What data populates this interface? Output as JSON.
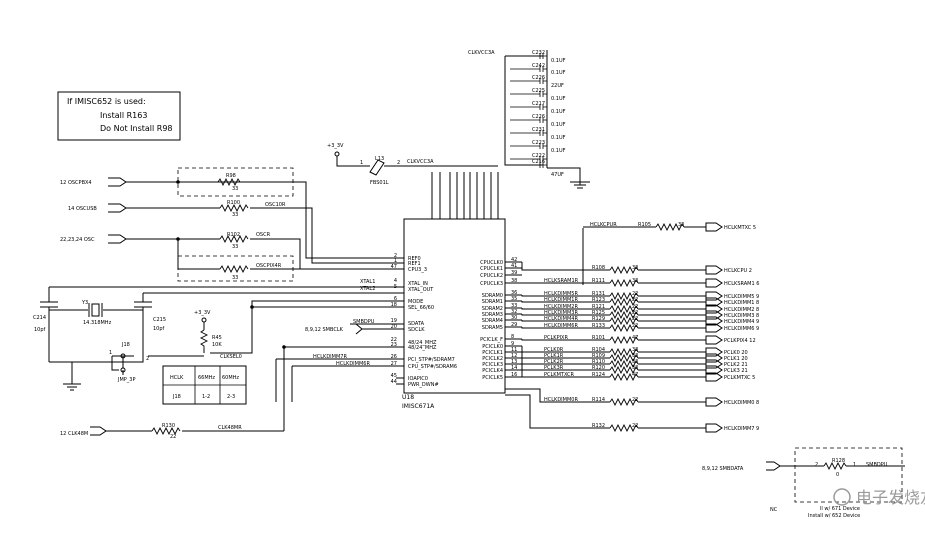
{
  "note": {
    "line1": "If IMISC652 is used:",
    "line2": "Install R163",
    "line3": "Do Not Install R98"
  },
  "chip": {
    "ref": "U18",
    "part": "IMISC671A",
    "left_pins": [
      {
        "num": "2",
        "name": "REF0"
      },
      {
        "num": "1",
        "name": "REF1"
      },
      {
        "num": "47",
        "name": "CPU3_3"
      },
      {
        "num": "4",
        "name": "XTAL_IN"
      },
      {
        "num": "5",
        "name": "XTAL_OUT"
      },
      {
        "num": "6",
        "name": "MODE"
      },
      {
        "num": "18",
        "name": "SEL_66/60"
      },
      {
        "num": "19",
        "name": "SDATA"
      },
      {
        "num": "20",
        "name": "SDCLK"
      },
      {
        "num": "22",
        "name": "48/24_MHZ"
      },
      {
        "num": "23",
        "name": "48/24_MHZ"
      },
      {
        "num": "26",
        "name": "PCI_STP#/SDRAM7"
      },
      {
        "num": "27",
        "name": "CPU_STP#/SDRAM6"
      },
      {
        "num": "45",
        "name": "IOAPIC0"
      },
      {
        "num": "44",
        "name": "PWR_DWN#"
      }
    ],
    "right_pins": [
      {
        "num": "42",
        "name": "CPUCLK0"
      },
      {
        "num": "41",
        "name": "CPUCLK1"
      },
      {
        "num": "39",
        "name": "CPUCLK2"
      },
      {
        "num": "38",
        "name": "CPUCLK3"
      },
      {
        "num": "36",
        "name": "SDRAM0"
      },
      {
        "num": "35",
        "name": "SDRAM1"
      },
      {
        "num": "33",
        "name": "SDRAM2"
      },
      {
        "num": "32",
        "name": "SDRAM3"
      },
      {
        "num": "30",
        "name": "SDRAM4"
      },
      {
        "num": "29",
        "name": "SDRAM5"
      },
      {
        "num": "8",
        "name": "PCICLK_F"
      },
      {
        "num": "9",
        "name": "PCICLK0"
      },
      {
        "num": "11",
        "name": "PCICLK1"
      },
      {
        "num": "12",
        "name": "PCICLK2"
      },
      {
        "num": "13",
        "name": "PCICLK3"
      },
      {
        "num": "14",
        "name": "PCICLK4"
      },
      {
        "num": "16",
        "name": "PCICLK5"
      }
    ]
  },
  "left_ports": {
    "p1": "12 OSCPBX4",
    "p2": "14 OSCUSB",
    "p3": "22,23,24 OSC",
    "p4": "12 CLK48M",
    "smb": "8,9,12 SMBCLK"
  },
  "left_parts": {
    "r98": "R98",
    "r98v": "33",
    "r100": "R100",
    "r100v": "33",
    "osc10r": "OSC10R",
    "r102": "R102",
    "r102v": "33",
    "oscr": "OSCR",
    "r163v": "33",
    "oscpix4r": "OSCPIX4R",
    "xtal1": "XTAL1",
    "xtal2": "XTAL2",
    "y3": "Y3",
    "y3v": "14.318MHz",
    "c214": "C214",
    "c214v": "10pf",
    "c215": "C215",
    "c215v": "10pf",
    "v33": "+3_3V",
    "v33b": "+3_3V",
    "r45": "R45",
    "r45v": "10K",
    "clksel": "CLKSEL0",
    "j18": "J18",
    "jmp": "JMP_3P",
    "smbdpu": "SMBDPU",
    "hclkdimm7r": "HCLKDIMM7R",
    "hclkdimm6r": "HCLKDIMM6R",
    "r130": "R130",
    "r130v": "22",
    "clk48mr": "CLK48MR",
    "l13": "L13",
    "fbs": "FBS01L",
    "clkvcc": "CLKVCC3A",
    "pin1": "1",
    "pin2": "2"
  },
  "table": {
    "headers": [
      "HCLK",
      "66MHz",
      "60MHz"
    ],
    "row": [
      "J18",
      "1-2",
      "2-3"
    ]
  },
  "caps": {
    "net": "CLKVCC3A",
    "refs": [
      "C232",
      "C242",
      "C226",
      "C225",
      "C217",
      "C226",
      "C231",
      "C223",
      "C222",
      "C216"
    ],
    "vals": [
      "0.1UF",
      "0.1UF",
      "22UF",
      "0.1UF",
      "0.1UF",
      "0.1UF",
      "0.1UF",
      "0.1UF",
      "47UF"
    ]
  },
  "outputs": [
    {
      "net": "HCLKCPUR",
      "ref": "R105",
      "val": "33",
      "port": "HCLKMTXC 5"
    },
    {
      "net": "",
      "ref": "R108",
      "val": "33",
      "port": "HCLKCPU 2"
    },
    {
      "net": "HCLKSRAM1R",
      "ref": "R111",
      "val": "33",
      "port": "HCLKSRAM1 6"
    },
    {
      "net": "HCLKDIMM5R",
      "ref": "R131",
      "val": "22",
      "port": "HCLKDIMM5 9"
    },
    {
      "net": "HCLKDIMM1R",
      "ref": "R123",
      "val": "22",
      "port": "HCLKDIMM1 8"
    },
    {
      "net": "HCLKDIMM2R",
      "ref": "R121",
      "val": "22",
      "port": "HCLKDIMM2 8"
    },
    {
      "net": "HCLKDIMM3R",
      "ref": "R125",
      "val": "22",
      "port": "HCLKDIMM3 8"
    },
    {
      "net": "HCLKDIMM4R",
      "ref": "R129",
      "val": "22",
      "port": "HCLKDIMM4 9"
    },
    {
      "net": "HCLKDIMM6R",
      "ref": "R133",
      "val": "22",
      "port": "HCLKDIMM6 9"
    },
    {
      "net": "PCLKPIXR",
      "ref": "R101",
      "val": "47",
      "port": "PCLKPIX4 12"
    },
    {
      "net": "PCLK0R",
      "ref": "R104",
      "val": "33",
      "port": "PCLK0 20"
    },
    {
      "net": "PCLK1R",
      "ref": "R109",
      "val": "33",
      "port": "PCLK1 20"
    },
    {
      "net": "PCLK2R",
      "ref": "R110",
      "val": "33",
      "port": "PCLK2 21"
    },
    {
      "net": "PCLK3R",
      "ref": "R120",
      "val": "33",
      "port": "PCLK3 21"
    },
    {
      "net": "PCLKMTXCR",
      "ref": "R124",
      "val": "47",
      "port": "PCLKMTXC 5"
    },
    {
      "net": "HCLKDIMM0R",
      "ref": "R114",
      "val": "22",
      "port": "HCLKDIMM0 8"
    },
    {
      "net": "",
      "ref": "R132",
      "val": "22",
      "port": "HCLKDIMM7 9"
    }
  ],
  "bottom": {
    "smbdata": "8,9,12 SMBDATA",
    "r128": "R128",
    "r128v": "0",
    "smbdpu": "SMBDPU",
    "pin2": "2",
    "pin1": "1",
    "nc": "NC",
    "note1": "ll w/ 671 Device",
    "note2": "Install w/ 652 Device"
  },
  "watermark": "电子发烧友"
}
